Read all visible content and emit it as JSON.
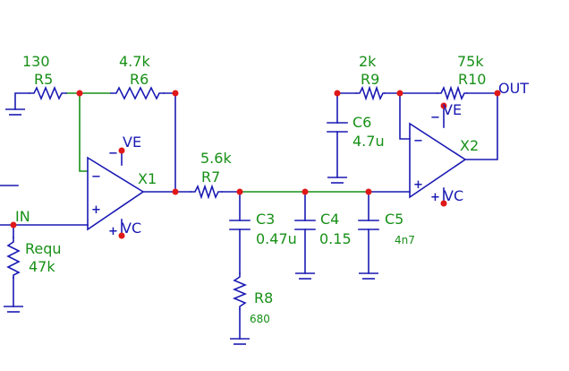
{
  "components": {
    "r5": {
      "ref": "R5",
      "value": "130"
    },
    "r6": {
      "ref": "R6",
      "value": "4.7k"
    },
    "r7": {
      "ref": "R7",
      "value": "5.6k"
    },
    "r8": {
      "ref": "R8",
      "value": "680"
    },
    "r9": {
      "ref": "R9",
      "value": "2k"
    },
    "r10": {
      "ref": "R10",
      "value": "75k"
    },
    "requ": {
      "ref": "Requ",
      "value": "47k"
    },
    "c3": {
      "ref": "C3",
      "value": "0.47u"
    },
    "c4": {
      "ref": "C4",
      "value": "0.15"
    },
    "c5": {
      "ref": "C5",
      "value": "4n7"
    },
    "c6": {
      "ref": "C6",
      "value": "4.7u"
    },
    "x1": {
      "ref": "X1"
    },
    "x2": {
      "ref": "X2"
    }
  },
  "nets": {
    "input": "IN",
    "output": "OUT",
    "x1_ve": "VE",
    "x1_vc": "VC",
    "x2_ve": "VE",
    "x2_vc": "VC"
  },
  "colors": {
    "wire": "#1a1ab4",
    "label": "#179017",
    "node": "#e01818",
    "background": "#ffffff"
  }
}
